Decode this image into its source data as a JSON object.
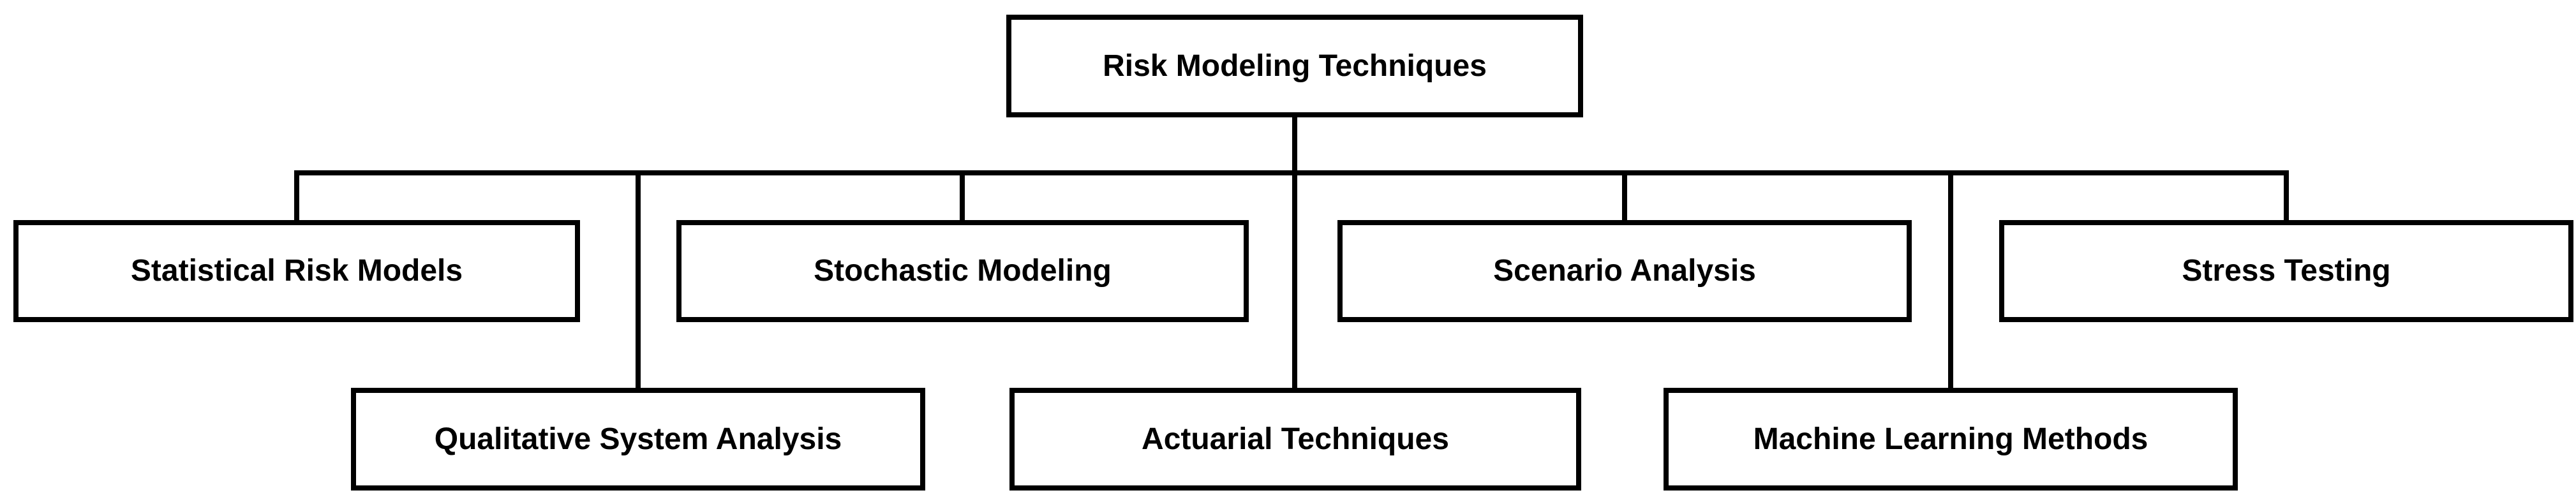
{
  "diagram": {
    "title": "Risk Modeling Techniques",
    "root": {
      "label": "Risk Modeling Techniques"
    },
    "row1": [
      {
        "label": "Statistical Risk Models"
      },
      {
        "label": "Stochastic Modeling"
      },
      {
        "label": "Scenario Analysis"
      },
      {
        "label": "Stress Testing"
      }
    ],
    "row2": [
      {
        "label": "Qualitative System Analysis"
      },
      {
        "label": "Actuarial Techniques"
      },
      {
        "label": "Machine Learning Methods"
      }
    ],
    "colors": {
      "line": "#000000",
      "box_border": "#000000",
      "box_fill": "#ffffff",
      "text": "#000000",
      "background": "#ffffff"
    }
  }
}
